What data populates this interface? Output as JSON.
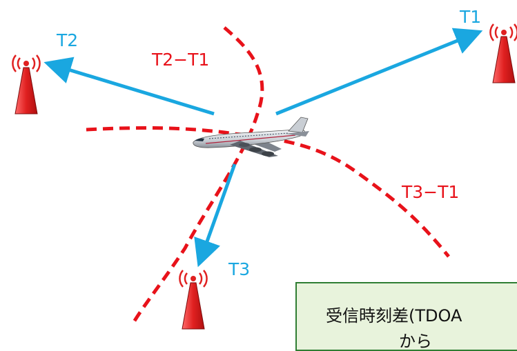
{
  "colors": {
    "arrow": "#1aa7e0",
    "hyperbola": "#e8121a",
    "tower": "#e02020",
    "note_bg": "#e8f3dc",
    "note_border": "#2e7d32"
  },
  "transmitters": [
    {
      "label": "T1",
      "icon": "radio-tower-icon"
    },
    {
      "label": "T2",
      "icon": "radio-tower-icon"
    },
    {
      "label": "T3",
      "icon": "radio-tower-icon"
    }
  ],
  "curves": [
    {
      "label": "T2−T1"
    },
    {
      "label": "T3−T1"
    }
  ],
  "aircraft_icon": "airplane-icon",
  "note": {
    "line1": "受信時刻差(TDOA",
    "line2": "から"
  }
}
